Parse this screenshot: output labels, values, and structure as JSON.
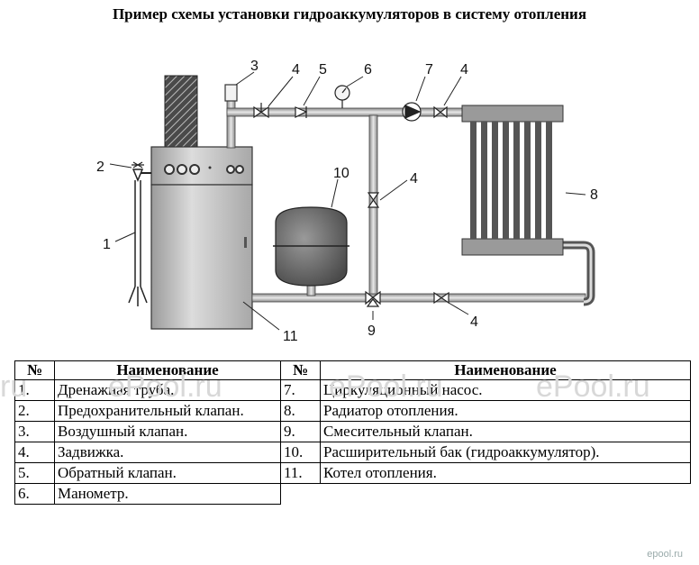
{
  "title": "Пример схемы установки гидроаккумуляторов в систему отопления",
  "callouts": [
    "1",
    "2",
    "3",
    "4",
    "5",
    "6",
    "7",
    "4",
    "4",
    "8",
    "10",
    "4",
    "9",
    "11"
  ],
  "watermark": "ePool.ru",
  "watermark_left": "ru",
  "credit": "epool.ru",
  "table": {
    "headers": [
      "№",
      "Наименование",
      "№",
      "Наименование"
    ],
    "left": [
      {
        "num": "1.",
        "name": "Дренажная труба."
      },
      {
        "num": "2.",
        "name": "Предохранительный клапан."
      },
      {
        "num": "3.",
        "name": "Воздушный клапан."
      },
      {
        "num": "4.",
        "name": "Задвижка."
      },
      {
        "num": "5.",
        "name": "Обратный клапан."
      },
      {
        "num": "6.",
        "name": "Манометр."
      }
    ],
    "right": [
      {
        "num": "7.",
        "name": "Циркуляционный насос."
      },
      {
        "num": "8.",
        "name": "Радиатор отопления."
      },
      {
        "num": "9.",
        "name": "Смесительный клапан."
      },
      {
        "num": "10.",
        "name": "Расширительный бак (гидроаккумулятор)."
      },
      {
        "num": "11.",
        "name": "Котел отопления."
      }
    ]
  }
}
